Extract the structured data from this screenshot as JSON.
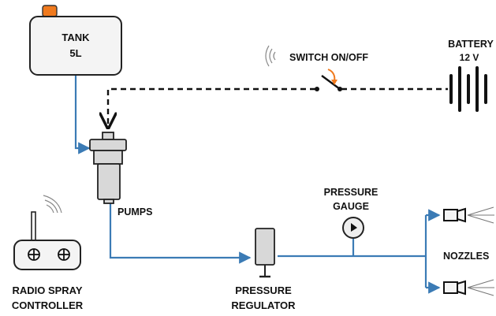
{
  "labels": {
    "tank_name": "TANK",
    "tank_capacity": "5L",
    "switch": "SWITCH ON/OFF",
    "battery_name": "BATTERY",
    "battery_voltage": "12 V",
    "pumps": "PUMPS",
    "pressure_gauge_line1": "PRESSURE",
    "pressure_gauge_line2": "GAUGE",
    "nozzles": "NOZZLES",
    "radio_line1": "RADIO SPRAY",
    "radio_line2": "CONTROLLER",
    "regulator_line1": "PRESSURE",
    "regulator_line2": "REGULATOR"
  },
  "colors": {
    "water_line": "#3b7bb5",
    "tank_cap": "#f07a1e",
    "tank_fill": "#f4f4f4",
    "pump_fill": "#d8d8d8",
    "wire": "#111111"
  }
}
